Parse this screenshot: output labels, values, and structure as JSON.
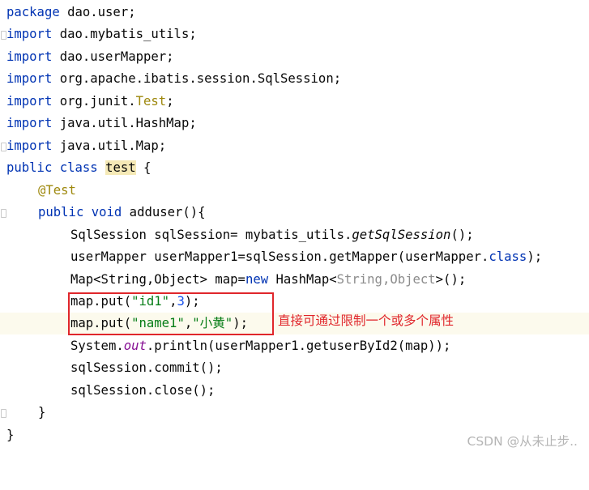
{
  "code": {
    "l1": {
      "kw": "package",
      "rest": " dao.user;"
    },
    "l2": {
      "kw": "import",
      "rest": " dao.mybatis_utils;"
    },
    "l3": {
      "kw": "import",
      "rest": " dao.userMapper;"
    },
    "l4": {
      "kw": "import",
      "rest": " org.apache.ibatis.session.SqlSession;"
    },
    "l5": {
      "kw": "import",
      "rest": " org.junit.",
      "ann": "Test",
      "end": ";"
    },
    "l6": {
      "kw": "import",
      "rest": " java.util.HashMap;"
    },
    "l7": {
      "kw": "import",
      "rest": " java.util.Map;"
    },
    "l8": {
      "kw1": "public",
      "kw2": "class",
      "name": "test",
      "end": " {"
    },
    "l9": {
      "ann": "@Test"
    },
    "l10": {
      "kw1": "public",
      "kw2": "void",
      "rest": " adduser(){"
    },
    "l11": {
      "a": "SqlSession sqlSession= mybatis_utils.",
      "italic": "getSqlSession",
      "b": "();"
    },
    "l12": {
      "a": "userMapper userMapper1=sqlSession.getMapper(userMapper.",
      "kw": "class",
      "b": ");"
    },
    "l13": {
      "a": "Map<String,Object> map=",
      "kw": "new",
      "b": " HashMap<",
      "gray": "String,Object",
      "c": ">();"
    },
    "l14": {
      "a": "map.put(",
      "str": "\"id1\"",
      "b": ",",
      "num": "3",
      "c": ");"
    },
    "l15": {
      "a": "map.put(",
      "str1": "\"name1\"",
      "b": ",",
      "str2": "\"小黄\"",
      "c": ");"
    },
    "l16": {
      "a": "System.",
      "field": "out",
      "b": ".println(userMapper1.getuserById2(map));"
    },
    "l17": {
      "a": "sqlSession.commit();"
    },
    "l18": {
      "a": "sqlSession.close();"
    },
    "l19": {
      "a": "}"
    },
    "l20": {
      "a": "}"
    }
  },
  "annotation": "直接可通过限制一个或多个属性",
  "watermark": "CSDN @从未止步..",
  "colors": {
    "keyword": "#0033b3",
    "string": "#067d17",
    "number": "#1750eb",
    "annotation": "#9e880d",
    "highlight_box": "#e0262b"
  }
}
